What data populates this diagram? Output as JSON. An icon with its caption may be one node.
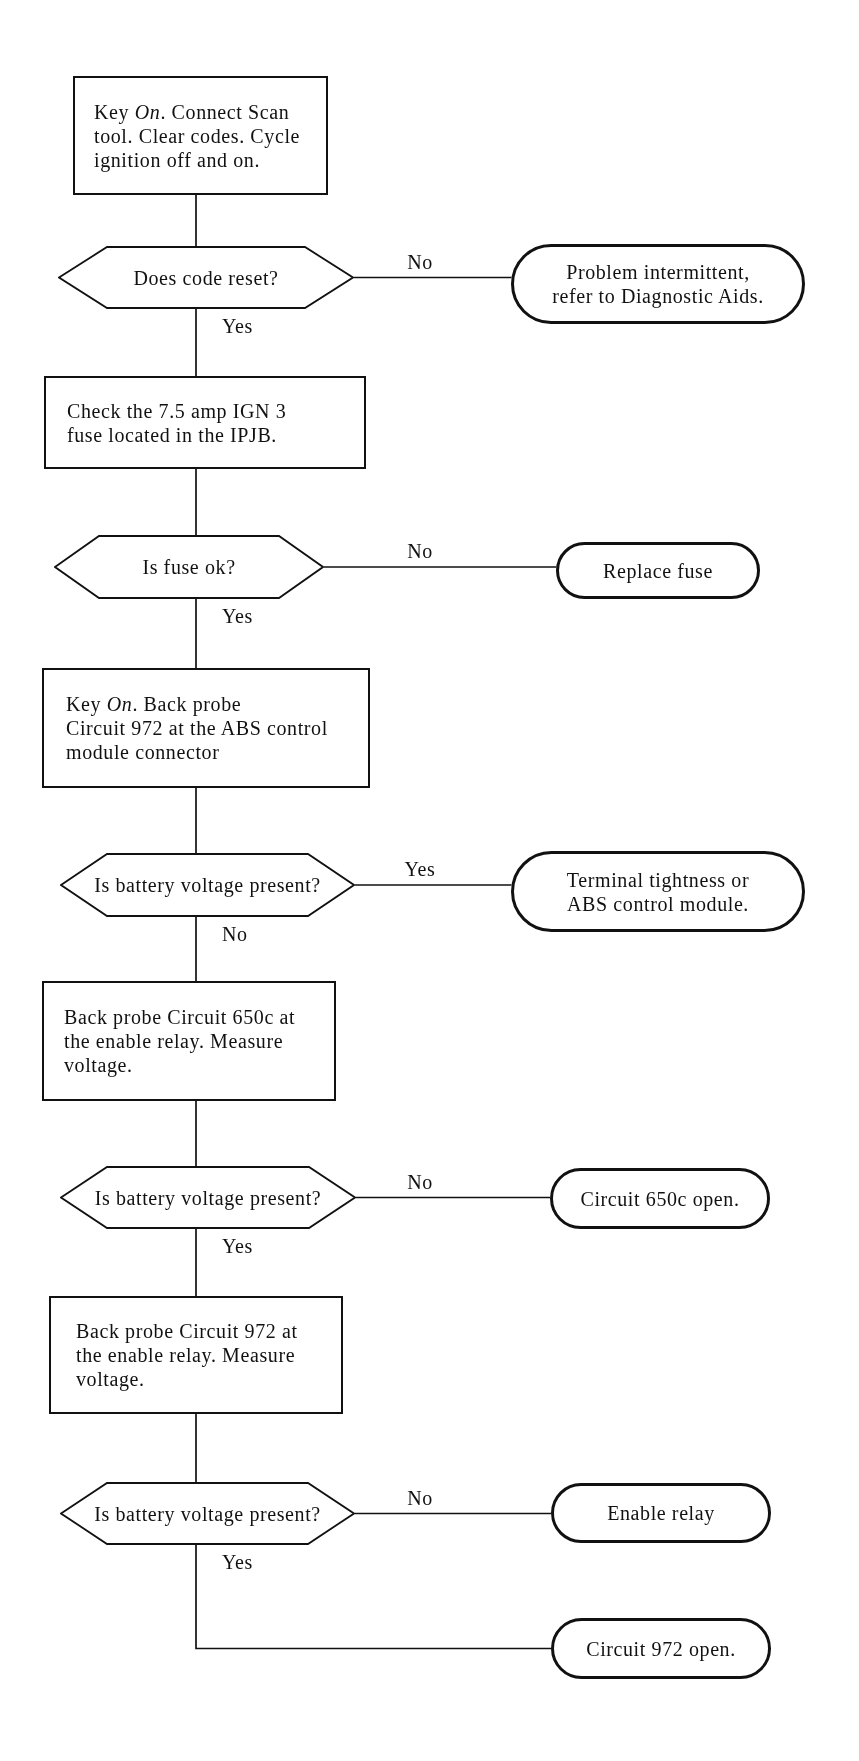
{
  "diagram": {
    "nodes": [
      {
        "text": [
          "Key *On*. Connect Scan tool. Clear codes. Cycle ignition off and on."
        ]
      },
      {
        "text": [
          "Does code reset?"
        ]
      },
      {
        "text": [
          "Problem intermittent, refer to Diagnostic Aids."
        ]
      },
      {
        "text": [
          "Check the 7.5 amp IGN 3 fuse located in the IPJB."
        ]
      },
      {
        "text": [
          "Is fuse ok?"
        ]
      },
      {
        "text": [
          "Replace fuse"
        ]
      },
      {
        "text": [
          "Key *On*. Back probe Circuit 972 at the ABS control module connector"
        ]
      },
      {
        "text": [
          "Is battery voltage present?"
        ]
      },
      {
        "text": [
          "Terminal tightness or ABS control module."
        ]
      },
      {
        "text": [
          "Back probe Circuit 650c at the enable relay. Measure voltage."
        ]
      },
      {
        "text": [
          "Is battery voltage present?"
        ]
      },
      {
        "text": [
          "Circuit 650c open."
        ]
      },
      {
        "text": [
          "Back probe Circuit 972 at the enable relay. Measure voltage."
        ]
      },
      {
        "text": [
          "Is battery voltage present?"
        ]
      },
      {
        "text": [
          "Enable relay"
        ]
      },
      {
        "text": [
          "Circuit 972 open."
        ]
      }
    ],
    "edges": [
      {
        "from": 0,
        "to": 1,
        "arrow": "none"
      },
      {
        "from": 1,
        "to": 2,
        "arrow": "none",
        "label": "No"
      },
      {
        "from": 1,
        "to": 3,
        "arrow": "none",
        "label": "Yes"
      },
      {
        "from": 3,
        "to": 4,
        "arrow": "none"
      },
      {
        "from": 4,
        "to": 5,
        "arrow": "none",
        "label": "No"
      },
      {
        "from": 4,
        "to": 6,
        "arrow": "none",
        "label": "Yes"
      },
      {
        "from": 6,
        "to": 7,
        "arrow": "none"
      },
      {
        "from": 7,
        "to": 8,
        "arrow": "none",
        "label": "Yes"
      },
      {
        "from": 7,
        "to": 9,
        "arrow": "none",
        "label": "No"
      },
      {
        "from": 9,
        "to": 10,
        "arrow": "none"
      },
      {
        "from": 10,
        "to": 11,
        "arrow": "none",
        "label": "No"
      },
      {
        "from": 10,
        "to": 12,
        "arrow": "none",
        "label": "Yes"
      },
      {
        "from": 12,
        "to": 13,
        "arrow": "none"
      },
      {
        "from": 13,
        "to": 14,
        "arrow": "none",
        "label": "No"
      },
      {
        "from": 13,
        "to": 15,
        "arrow": "none",
        "label": "Yes"
      }
    ]
  }
}
